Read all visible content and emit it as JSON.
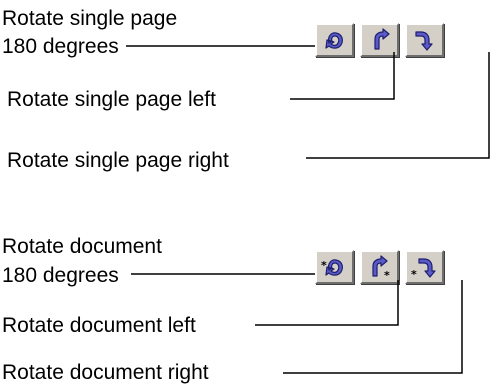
{
  "group_single": {
    "label_180_line1": "Rotate single page",
    "label_180_line2": "180 degrees",
    "label_left": "Rotate single page left",
    "label_right": "Rotate single page right",
    "buttons": [
      {
        "icon": "rotate-180-icon"
      },
      {
        "icon": "rotate-left-icon"
      },
      {
        "icon": "rotate-right-icon"
      }
    ]
  },
  "group_document": {
    "label_180_line1": "Rotate document",
    "label_180_line2": "180 degrees",
    "label_left": "Rotate document left",
    "label_right": "Rotate document right",
    "buttons": [
      {
        "icon": "rotate-document-180-icon"
      },
      {
        "icon": "rotate-document-left-icon"
      },
      {
        "icon": "rotate-document-right-icon"
      }
    ]
  },
  "colors": {
    "icon_fill": "#5a5ac8",
    "icon_stroke": "#1e1e6e",
    "button_face": "#d4d0c8"
  }
}
